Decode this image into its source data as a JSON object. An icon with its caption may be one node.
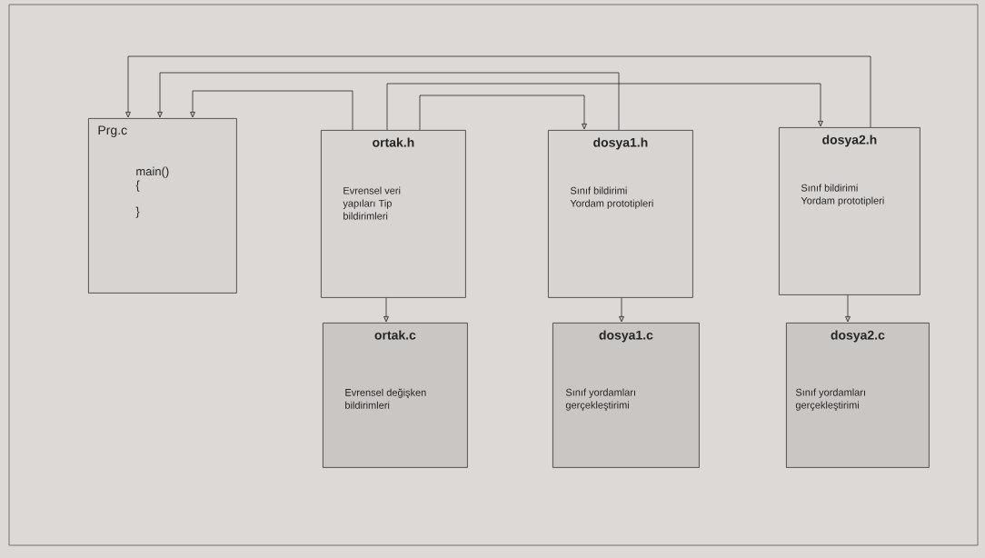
{
  "diagram": {
    "nodes": [
      {
        "text": [
          "Prg.c",
          "main()",
          "{",
          "}"
        ]
      },
      {
        "text": [
          "ortak.h",
          "Evrensel veri yapıları Tip bildirimleri"
        ]
      },
      {
        "text": [
          "dosya1.h",
          "Sınıf bildirimi Yordam prototipleri"
        ]
      },
      {
        "text": [
          "dosya2.h",
          "Sınıf bildirimi Yordam prototipleri"
        ]
      },
      {
        "text": [
          "ortak.c",
          "Evrensel değişken bildirimleri"
        ]
      },
      {
        "text": [
          "dosya1.c",
          "Sınıf yordamları gerçekleştirimi"
        ]
      },
      {
        "text": [
          "dosya2.c",
          "Sınıf yordamları gerçekleştirimi"
        ]
      }
    ],
    "edges": [
      {
        "from": 3,
        "to": 0,
        "arrow": "to"
      },
      {
        "from": 2,
        "to": 0,
        "arrow": "to"
      },
      {
        "from": 1,
        "to": 0,
        "arrow": "to"
      },
      {
        "from": 1,
        "to": 3,
        "arrow": "to"
      },
      {
        "from": 1,
        "to": 2,
        "arrow": "to"
      },
      {
        "from": 1,
        "to": 4,
        "arrow": "to"
      },
      {
        "from": 2,
        "to": 5,
        "arrow": "to"
      },
      {
        "from": 3,
        "to": 6,
        "arrow": "to"
      }
    ]
  }
}
